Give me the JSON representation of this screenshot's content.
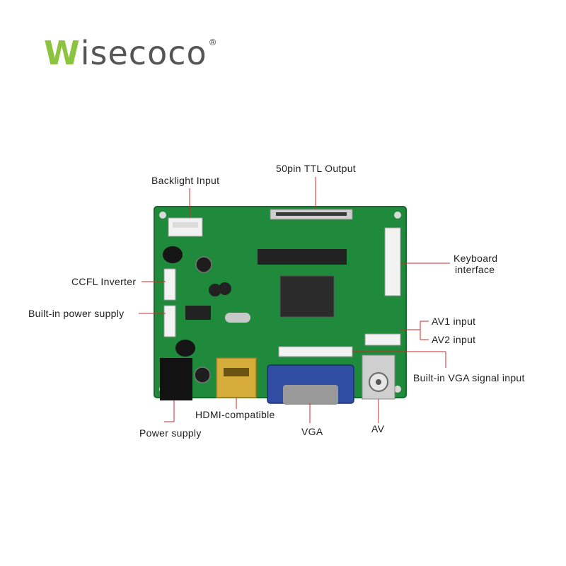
{
  "brand": {
    "first_letter": "W",
    "rest": "isecoco",
    "registered": "®",
    "accent_color": "#8cc43f"
  },
  "labels": {
    "backlight_input": "Backlight Input",
    "ttl_output": "50pin TTL Output",
    "keyboard_line1": "Keyboard",
    "keyboard_line2": "interface",
    "ccfl_inverter": "CCFL Inverter",
    "builtin_power_supply": "Built-in power supply",
    "av1_input": "AV1 input",
    "av2_input": "AV2 input",
    "builtin_vga_signal": "Built-in VGA signal input",
    "hdmi_compatible": "HDMI-compatible",
    "power_supply": "Power supply",
    "vga": "VGA",
    "av": "AV"
  },
  "colors": {
    "pcb": "#1f8a3b",
    "leader_line": "#d22a2a"
  }
}
